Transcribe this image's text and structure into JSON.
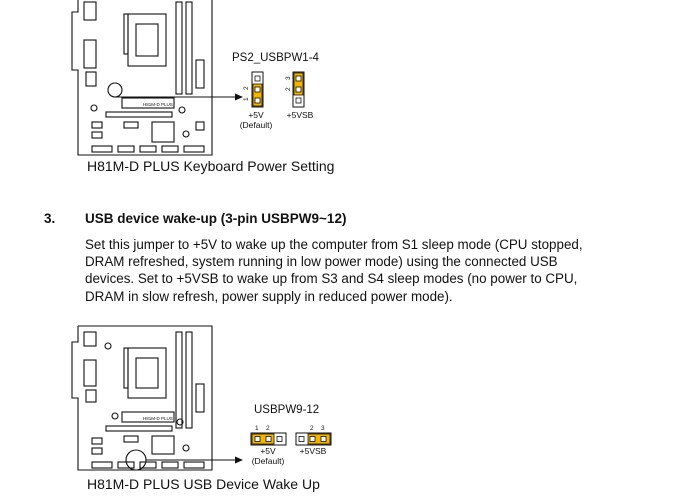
{
  "figure1": {
    "board_print": "H81M-D PLUS",
    "jumper_label": "PS2_USBPW1-4",
    "setting_a": "+5V",
    "setting_a_default": "(Default)",
    "setting_b": "+5VSB",
    "pins_a": [
      "1",
      "2"
    ],
    "pins_b": [
      "2",
      "3"
    ],
    "caption": "H81M-D PLUS Keyboard Power Setting"
  },
  "section": {
    "number": "3.",
    "title": "USB device wake-up (3-pin USBPW9~12)",
    "lines": [
      "Set this jumper to +5V to wake up the computer from S1 sleep mode (CPU stopped,",
      "DRAM refreshed, system running in low power mode) using the connected USB",
      "devices. Set to +5VSB to wake up from S3 and S4 sleep modes (no power to CPU,",
      "DRAM in slow refresh, power supply in reduced power mode)."
    ]
  },
  "figure2": {
    "board_print": "H81M-D PLUS",
    "jumper_label": "USBPW9-12",
    "setting_a": "+5V",
    "setting_a_default": "(Default)",
    "setting_b": "+5VSB",
    "pins_a": [
      "1",
      "2"
    ],
    "pins_b": [
      "2",
      "3"
    ],
    "caption": "H81M-D PLUS USB Device Wake Up"
  },
  "colors": {
    "jumper_cap": "#f5b400",
    "line": "#111111"
  }
}
